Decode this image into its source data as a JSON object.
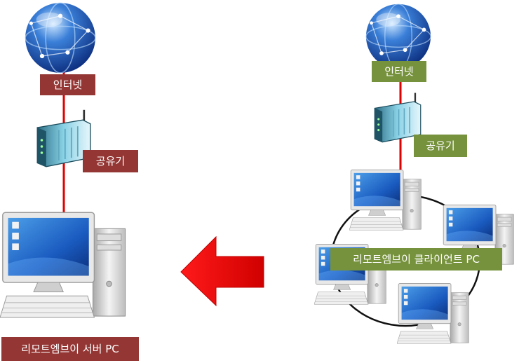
{
  "server_side": {
    "internet_label": "인터넷",
    "router_label": "공유기",
    "pc_label": "리모트엠브이 서버 PC"
  },
  "client_side": {
    "internet_label": "인터넷",
    "router_label": "공유기",
    "network_label": "리모트엠브이 클라이언트 PC"
  },
  "colors": {
    "server_label_bg": "#943634",
    "client_label_bg": "#76923c",
    "wire": "#e00000",
    "arrow": "#ff0000"
  }
}
